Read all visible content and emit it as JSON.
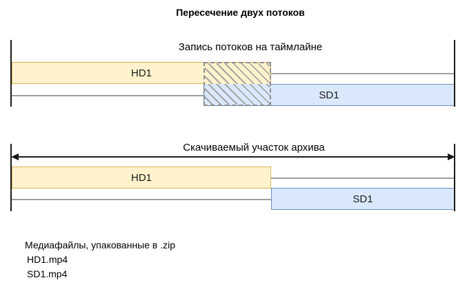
{
  "title": "Пересечение двух потоков",
  "recording": {
    "label": "Запись потоков на таймлайне",
    "hd1_label": "HD1",
    "sd1_label": "SD1"
  },
  "download": {
    "label": "Скачиваемый участок архива",
    "hd1_label": "HD1",
    "sd1_label": "SD1"
  },
  "files": {
    "heading": "Медиафайлы, упакованные в .zip",
    "items": [
      "HD1.mp4",
      "SD1.mp4"
    ]
  },
  "colors": {
    "hd_fill": "#FFF2CC",
    "hd_border": "#D6B656",
    "sd_fill": "#DAE8FC",
    "sd_border": "#6C8EBF",
    "track_line": "#9E9E9E",
    "hatch_line": "#999999",
    "overlap_border": "#8C8C8C",
    "line_black": "#1A1A1A"
  }
}
